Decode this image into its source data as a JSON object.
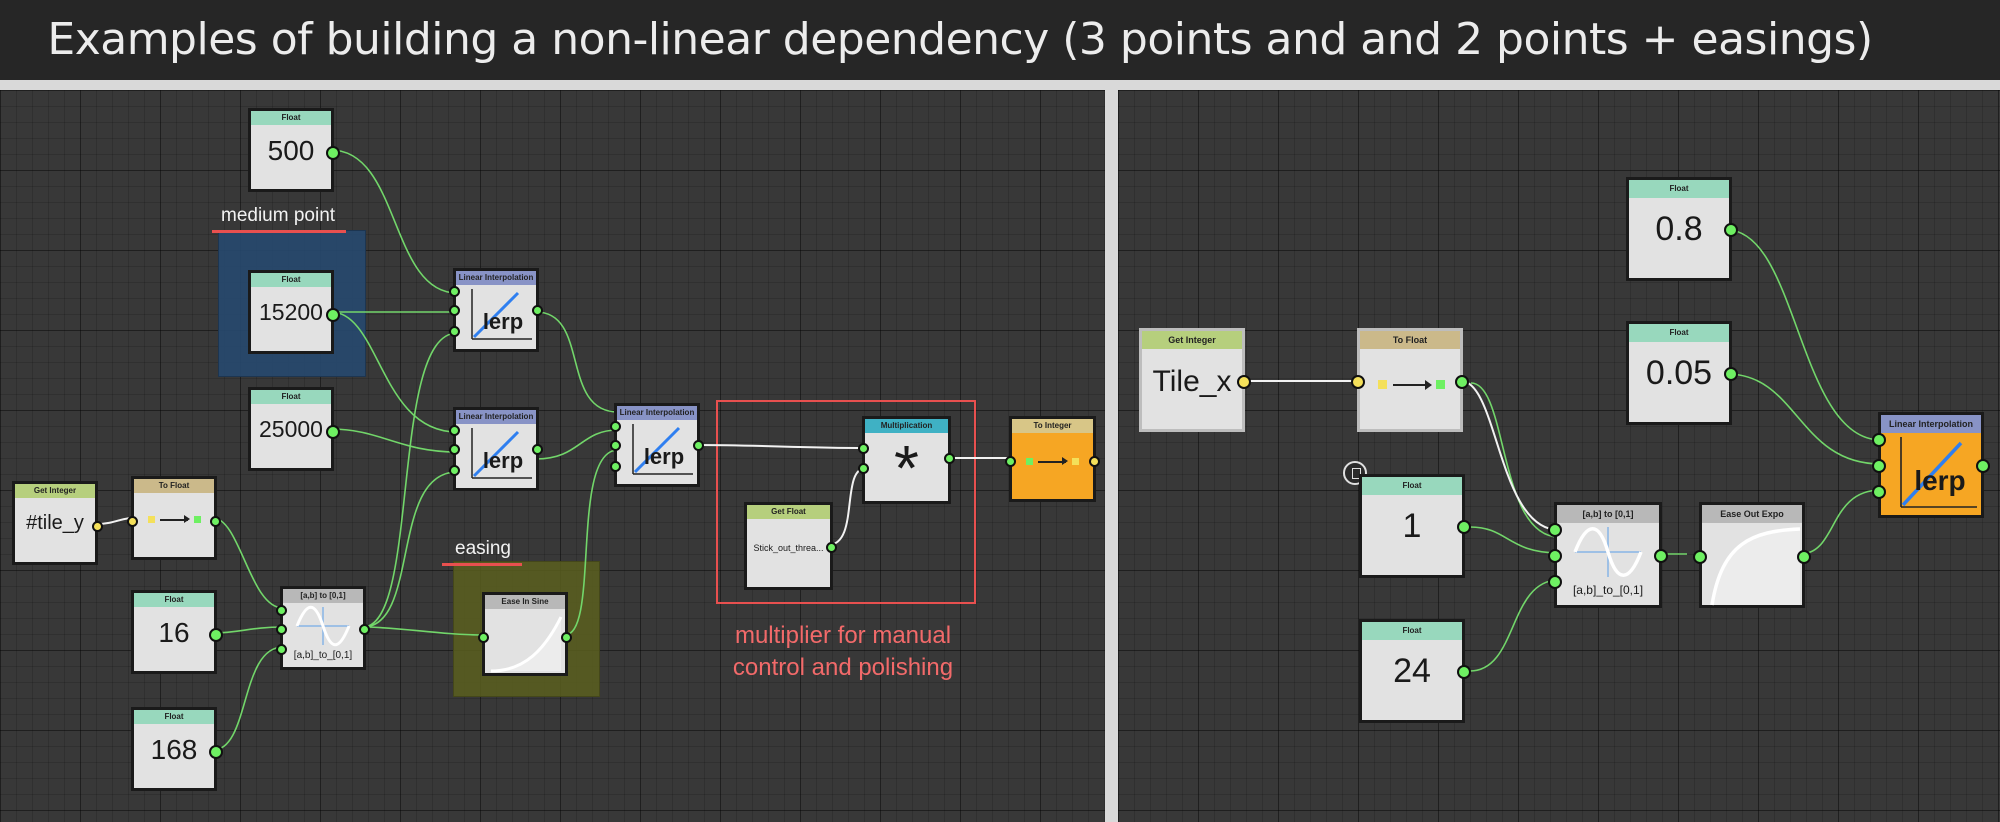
{
  "title": "Examples of building a non-linear dependency (3 points and and 2 points + easings)",
  "annotations": {
    "medium_point": "medium point",
    "easing": "easing",
    "multiplier_line1": "multiplier for manual",
    "multiplier_line2": "control and polishing"
  },
  "left": {
    "float_500": {
      "header": "Float",
      "value": "500"
    },
    "float_15200": {
      "header": "Float",
      "value": "15200"
    },
    "float_25000": {
      "header": "Float",
      "value": "25000"
    },
    "get_integer": {
      "header": "Get Integer",
      "value": "#tile_y"
    },
    "to_float": {
      "header": "To Float"
    },
    "float_16": {
      "header": "Float",
      "value": "16"
    },
    "float_168": {
      "header": "Float",
      "value": "168"
    },
    "remap": {
      "header": "[a,b] to [0,1]",
      "caption": "[a,b]_to_[0,1]"
    },
    "lerp_top": {
      "header": "Linear Interpolation",
      "glyph": "lerp"
    },
    "lerp_mid": {
      "header": "Linear Interpolation",
      "glyph": "lerp"
    },
    "lerp_final": {
      "header": "Linear Interpolation",
      "glyph": "lerp"
    },
    "ease_in_sine": {
      "header": "Ease In Sine"
    },
    "get_float": {
      "header": "Get Float",
      "value": "Stick_out_threa..."
    },
    "multiplication": {
      "header": "Multiplication",
      "glyph": "*"
    },
    "to_integer": {
      "header": "To Integer"
    }
  },
  "right": {
    "float_08": {
      "header": "Float",
      "value": "0.8"
    },
    "float_005": {
      "header": "Float",
      "value": "0.05"
    },
    "get_integer": {
      "header": "Get Integer",
      "value": "Tile_x"
    },
    "to_float": {
      "header": "To Float"
    },
    "float_1": {
      "header": "Float",
      "value": "1"
    },
    "float_24": {
      "header": "Float",
      "value": "24"
    },
    "remap": {
      "header": "[a,b] to [0,1]",
      "caption": "[a,b]_to_[0,1]"
    },
    "ease_out_expo": {
      "header": "Ease Out Expo"
    },
    "lerp": {
      "header": "Linear Interpolation",
      "glyph": "lerp"
    }
  },
  "colors": {
    "wire": "#72d66a",
    "data_wire": "#f2f2f2",
    "port": "#6ef062",
    "port_integer": "#f4e05a",
    "accent_orange": "#f6a623",
    "annotation_red": "#e8504f",
    "highlight_blue": "#27496f",
    "highlight_olive": "#5b5f1f"
  }
}
